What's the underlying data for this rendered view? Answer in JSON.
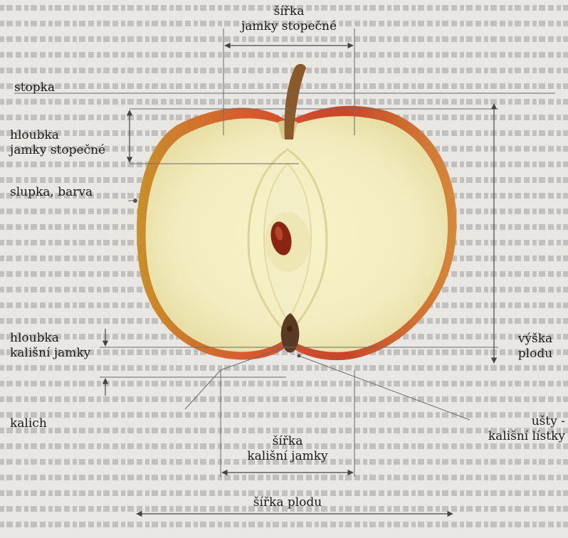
{
  "labels": {
    "sirka_jamky_stopecne": [
      "šířka",
      "jamky stopečné"
    ],
    "stopka": "stopka",
    "hloubka_jamky_stopecne": [
      "hloubka",
      "jamky stopečné"
    ],
    "slupka_barva": "slupka, barva",
    "hloubka_kalisni_jamky": [
      "hloubka",
      "kališní jamky"
    ],
    "kalich": "kalich",
    "vyska_plodu": [
      "výška",
      "plodu"
    ],
    "usty_kalisni_listky": [
      "ušty -",
      "kališní lístky"
    ],
    "sirka_kalisni_jamky": [
      "šířka",
      "kališní jamky"
    ],
    "sirka_plodu": "šířka plodu"
  },
  "colors": {
    "flesh": "#f6f1c4",
    "skin": "#c8452a",
    "seed": "#8a2413",
    "line": "#555555"
  }
}
